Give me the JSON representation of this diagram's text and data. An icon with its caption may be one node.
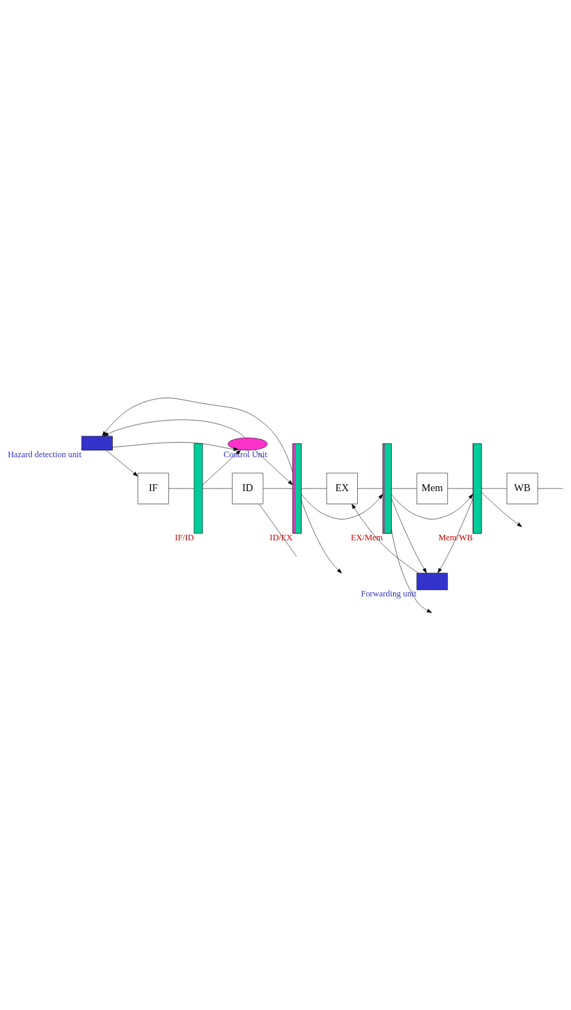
{
  "diagram": {
    "nodes": [
      {
        "text": [
          "IF"
        ]
      },
      {
        "text": [
          "ID"
        ]
      },
      {
        "text": [
          "EX"
        ]
      },
      {
        "text": [
          "Mem"
        ]
      },
      {
        "text": [
          "WB"
        ]
      },
      {
        "text": [
          "IF/ID"
        ]
      },
      {
        "text": [
          "ID/EX"
        ]
      },
      {
        "text": [
          "EX/Mem"
        ]
      },
      {
        "text": [
          "Mem/WB"
        ]
      },
      {
        "text": [
          "Control Unit"
        ]
      },
      {
        "text": [
          "Hazard detection unit"
        ]
      },
      {
        "text": [
          "Forwarding unit"
        ]
      }
    ],
    "edges": [
      {
        "from": 0,
        "to": 5,
        "arrow": "none"
      },
      {
        "from": 5,
        "to": 1,
        "arrow": "none"
      },
      {
        "from": 1,
        "to": 6,
        "arrow": "none"
      },
      {
        "from": 6,
        "to": 2,
        "arrow": "none"
      },
      {
        "from": 2,
        "to": 7,
        "arrow": "none"
      },
      {
        "from": 7,
        "to": 3,
        "arrow": "none"
      },
      {
        "from": 3,
        "to": 8,
        "arrow": "none"
      },
      {
        "from": 8,
        "to": 4,
        "arrow": "none"
      },
      {
        "from": 4,
        "to": null,
        "arrow": "none"
      },
      {
        "from": 1,
        "to": null,
        "arrow": "none"
      },
      {
        "from": 5,
        "to": 9,
        "arrow": "to"
      },
      {
        "from": 10,
        "to": 9,
        "arrow": "to"
      },
      {
        "from": 9,
        "to": 10,
        "arrow": "to"
      },
      {
        "from": 10,
        "to": 0,
        "arrow": "to"
      },
      {
        "from": 6,
        "to": 10,
        "arrow": "to"
      },
      {
        "from": 9,
        "to": 6,
        "arrow": "to"
      },
      {
        "from": 6,
        "to": 7,
        "arrow": "to"
      },
      {
        "from": 7,
        "to": 8,
        "arrow": "to"
      },
      {
        "from": 6,
        "to": null,
        "arrow": "to"
      },
      {
        "from": 7,
        "to": null,
        "arrow": "to"
      },
      {
        "from": 8,
        "to": null,
        "arrow": "to"
      },
      {
        "from": 7,
        "to": 11,
        "arrow": "to"
      },
      {
        "from": 8,
        "to": 11,
        "arrow": "to"
      },
      {
        "from": 11,
        "to": 2,
        "arrow": "to"
      }
    ]
  }
}
